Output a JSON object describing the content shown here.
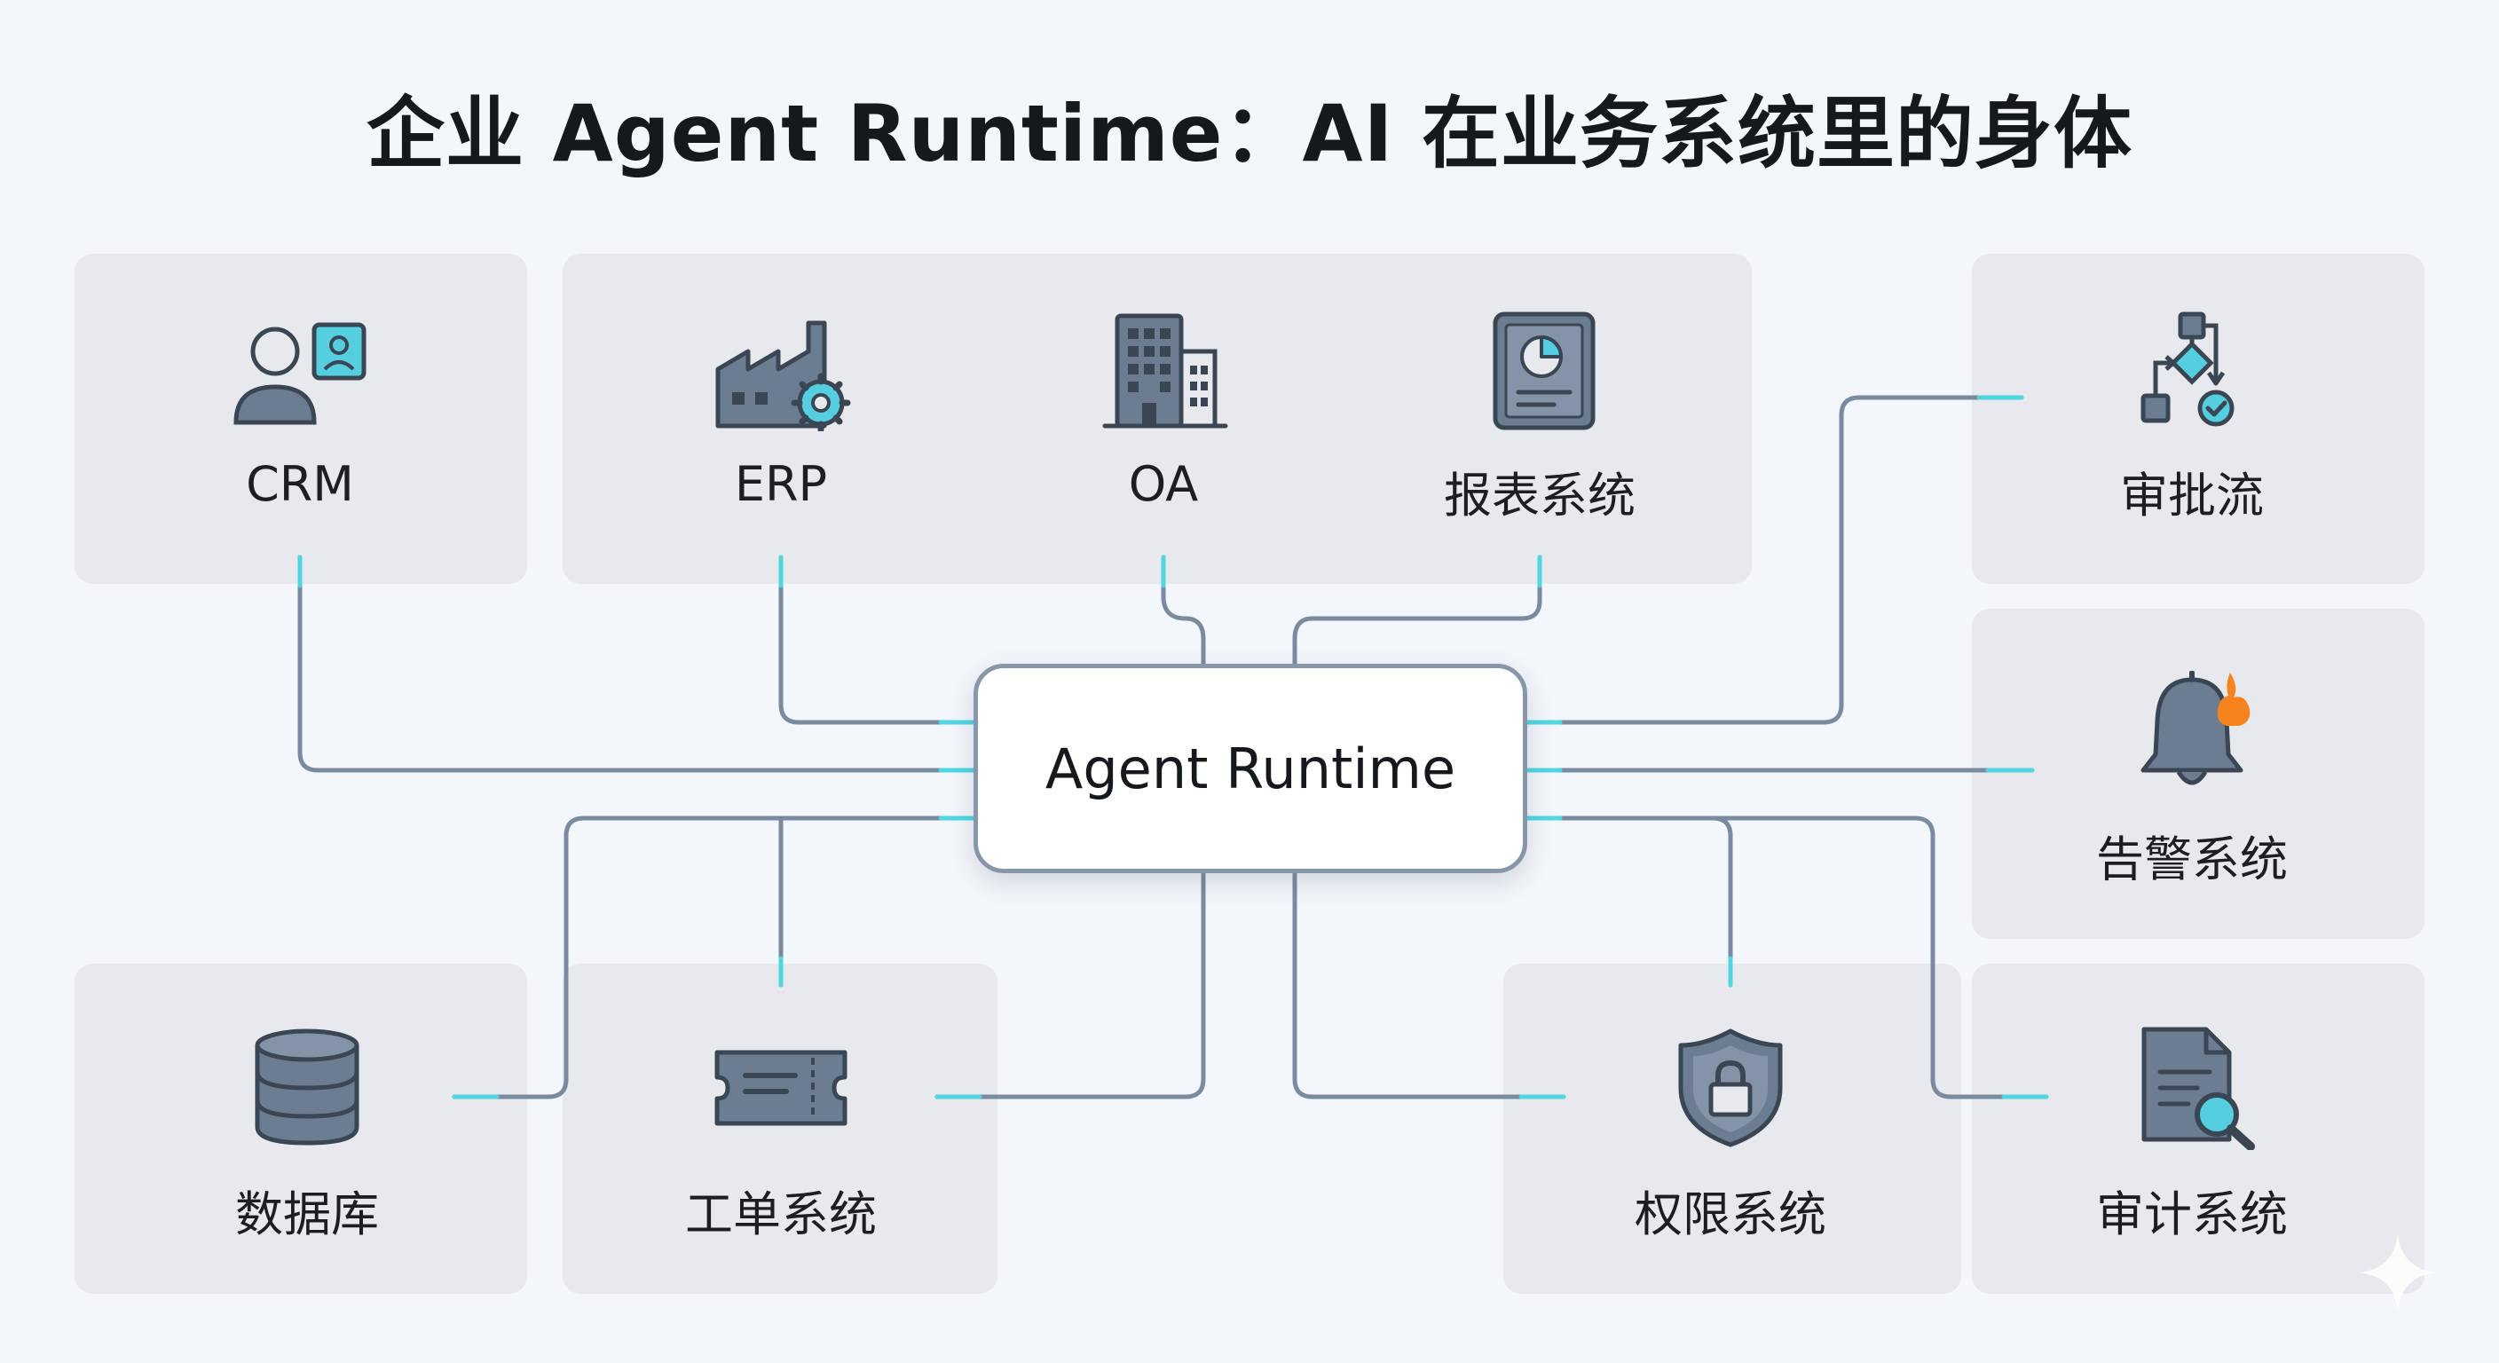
{
  "title": "企业 Agent Runtime：AI 在业务系统里的身体",
  "hub": {
    "label": "Agent Runtime"
  },
  "nodes": {
    "crm": {
      "label": "CRM",
      "icon": "customer-contacts-icon"
    },
    "erp": {
      "label": "ERP",
      "icon": "factory-gear-icon"
    },
    "oa": {
      "label": "OA",
      "icon": "office-buildings-icon"
    },
    "reports": {
      "label": "报表系统",
      "icon": "report-pie-chart-icon"
    },
    "approval": {
      "label": "审批流",
      "icon": "workflow-check-icon"
    },
    "alerts": {
      "label": "告警系统",
      "icon": "bell-alert-icon"
    },
    "database": {
      "label": "数据库",
      "icon": "database-icon"
    },
    "tickets": {
      "label": "工单系统",
      "icon": "ticket-icon"
    },
    "permissions": {
      "label": "权限系统",
      "icon": "shield-lock-icon"
    },
    "audit": {
      "label": "审计系统",
      "icon": "document-search-icon"
    }
  },
  "colors": {
    "background": "#f3f6fa",
    "panel": "#e8e9ec",
    "connector": "#7a8ba0",
    "connector_glow": "#4fd6e0",
    "icon_fill": "#6c7d92",
    "icon_stroke": "#3a4654",
    "accent_cyan": "#55cfe0",
    "accent_orange": "#f5841f"
  }
}
